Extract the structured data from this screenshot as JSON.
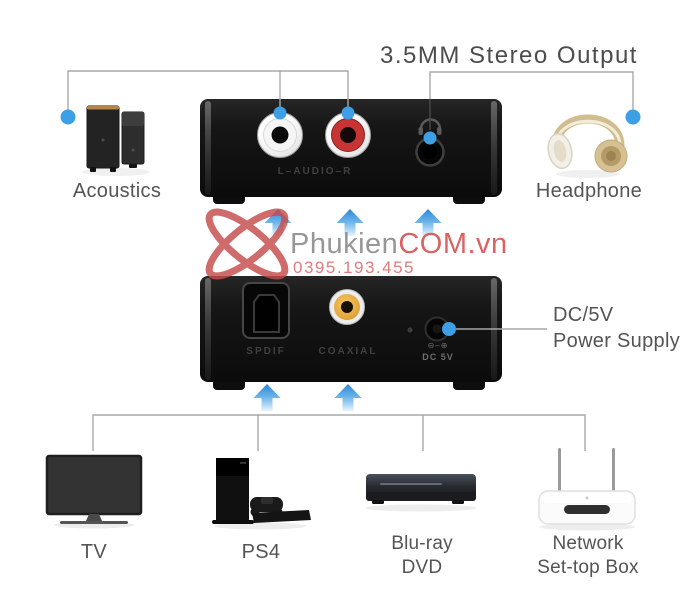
{
  "watermark": {
    "brand_gray": "Phukien",
    "brand_red": "COM.vn",
    "phone": "0395.193.455"
  },
  "callouts": {
    "stereo_output": "3.5MM Stereo Output",
    "power_line1": "DC/5V",
    "power_line2": "Power Supply"
  },
  "devices": {
    "output_panel": {
      "audio_label": "L–AUDIO–R"
    },
    "input_panel": {
      "spdif": "SPDIF",
      "coaxial": "COAXIAL",
      "polarity": "⊖–⊕",
      "dc": "DC 5V"
    }
  },
  "outputs": {
    "acoustics": "Acoustics",
    "headphone": "Headphone"
  },
  "sources": {
    "tv": "TV",
    "ps4": "PS4",
    "bluray_line1": "Blu-ray",
    "bluray_line2": "DVD",
    "network_line1": "Network",
    "network_line2": "Set-top Box"
  },
  "colors": {
    "accent_blue": "#3d9fe5",
    "connector_gray": "#a8a8a8",
    "device_black": "#141414",
    "rca_red": "#c63434",
    "coaxial_gold": "#e3a63b",
    "watermark_red": "#c64b4b",
    "watermark_gray": "#8f8f8f"
  }
}
